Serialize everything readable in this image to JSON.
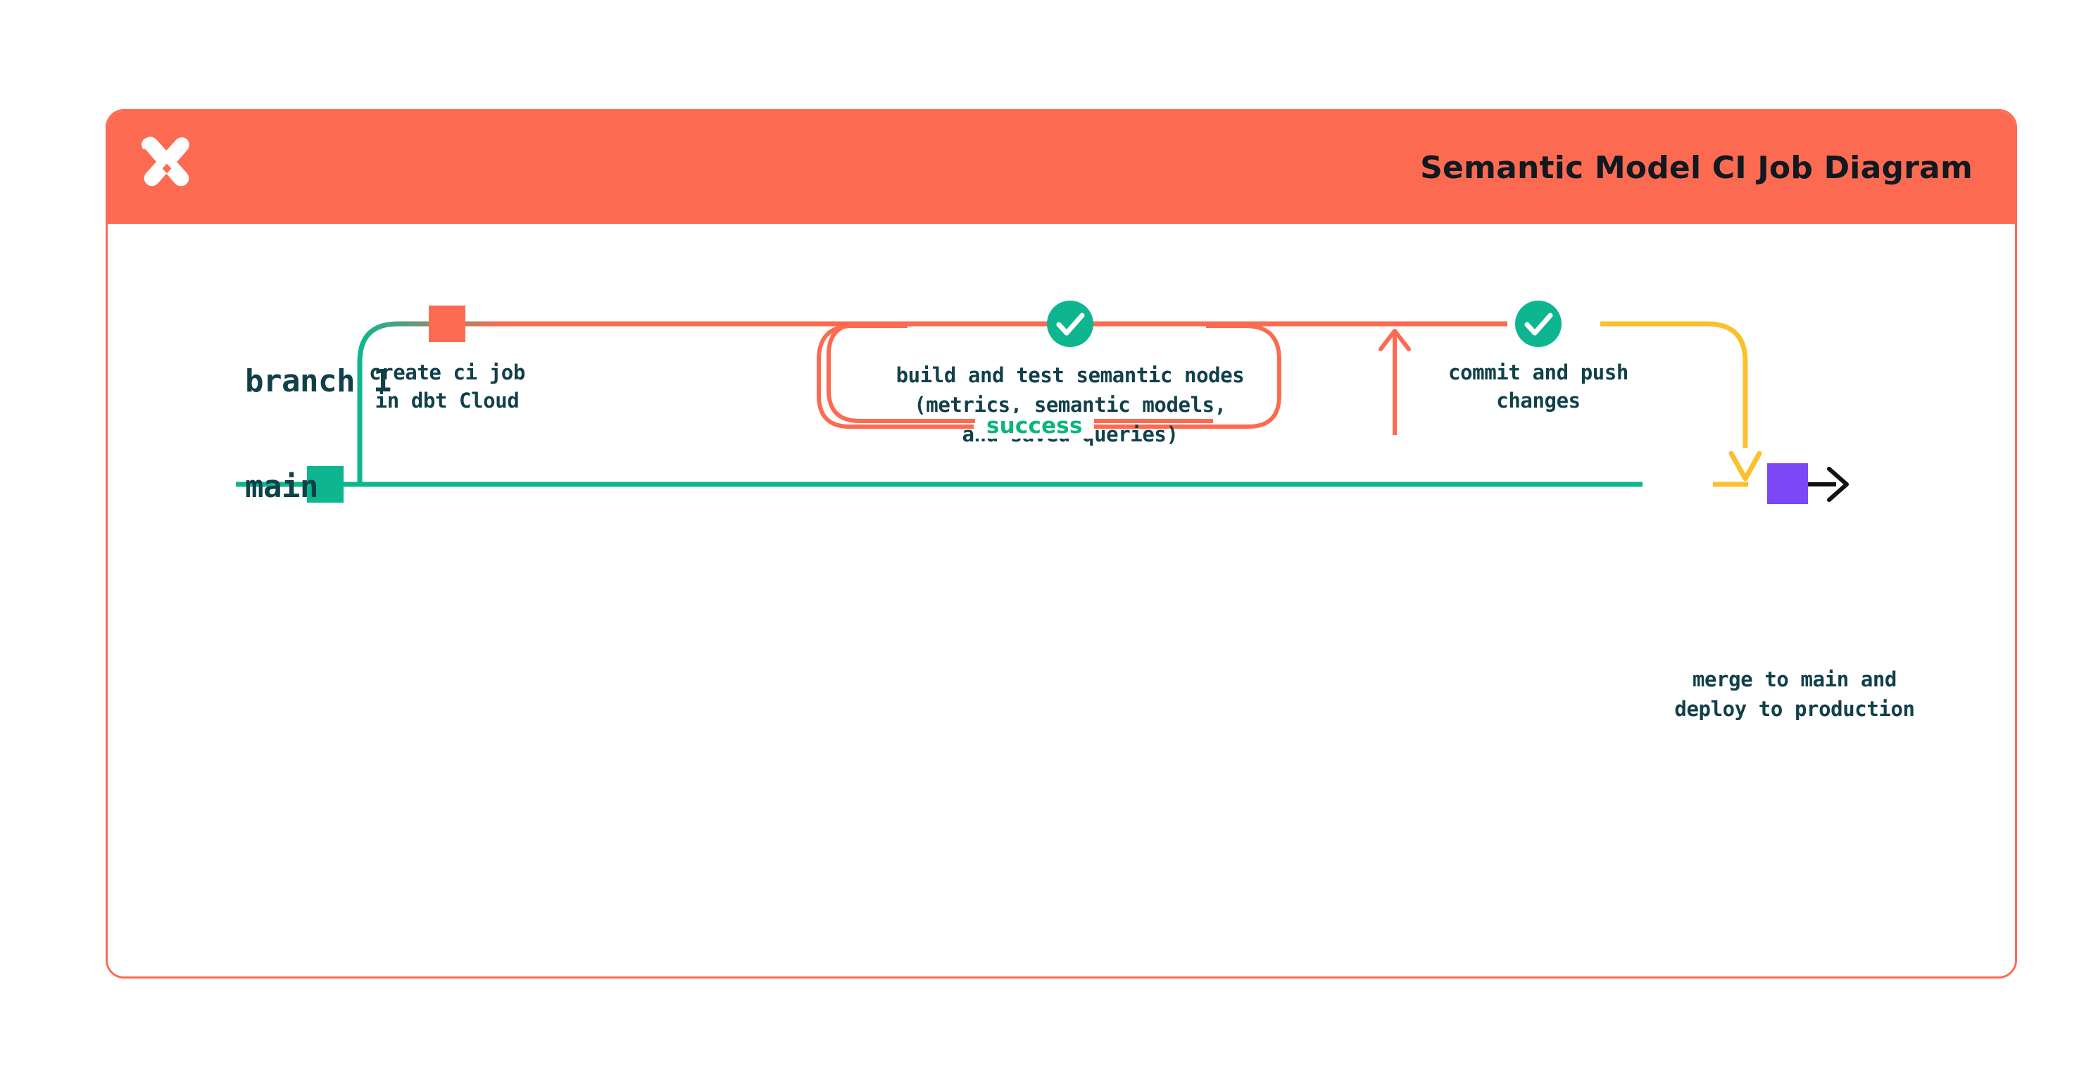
{
  "card": {
    "title": "Semantic Model CI Job Diagram",
    "logo_icon": "dbt-logo-icon",
    "border_color": "#FC6B51",
    "header_color": "#FC6B51",
    "title_color": "#101820"
  },
  "diagram": {
    "type": "git-branch-flow",
    "branches": [
      {
        "id": "branch-1",
        "label": "branch 1",
        "line_color": "#FC6B51",
        "label_color": "#11404A"
      },
      {
        "id": "main",
        "label": "main",
        "line_color": "#0DB68E",
        "label_color": "#11404A"
      }
    ],
    "nodes": [
      {
        "id": "create-ci-job",
        "marker": "square",
        "marker_color": "#FC6B51",
        "branch": "branch 1",
        "caption_lines": [
          "create ci job",
          "in dbt Cloud"
        ]
      },
      {
        "id": "build-and-test",
        "marker": "check-circle",
        "marker_color": "#0DB68E",
        "branch": "branch 1",
        "caption_lines": [
          "build and test semantic nodes",
          "(metrics, semantic models,",
          "and saved queries)"
        ]
      },
      {
        "id": "commit-and-push",
        "marker": "check-circle",
        "marker_color": "#0DB68E",
        "branch": "branch 1",
        "caption_lines": [
          "commit and push",
          "changes"
        ]
      },
      {
        "id": "merge-to-main",
        "marker": "square",
        "marker_color": "#7C47F5",
        "branch": "main",
        "caption_lines": [
          "merge to main and",
          "deploy to production"
        ]
      }
    ],
    "edges": [
      {
        "id": "success-loop",
        "label": "success",
        "label_color": "#0CB57F",
        "stroke": "#FC6B51",
        "arrow": "up"
      },
      {
        "id": "merge-down",
        "label": "",
        "stroke": "#FBC02D",
        "arrow": "down"
      },
      {
        "id": "main-continue",
        "label": "",
        "stroke": "#111111",
        "arrow": "right"
      }
    ],
    "palette": {
      "coral": "#FC6B51",
      "green": "#0DB68E",
      "yellow": "#FBC02D",
      "purple": "#7C47F5",
      "navy": "#11404A",
      "black": "#111111",
      "white": "#FFFFFF"
    }
  }
}
